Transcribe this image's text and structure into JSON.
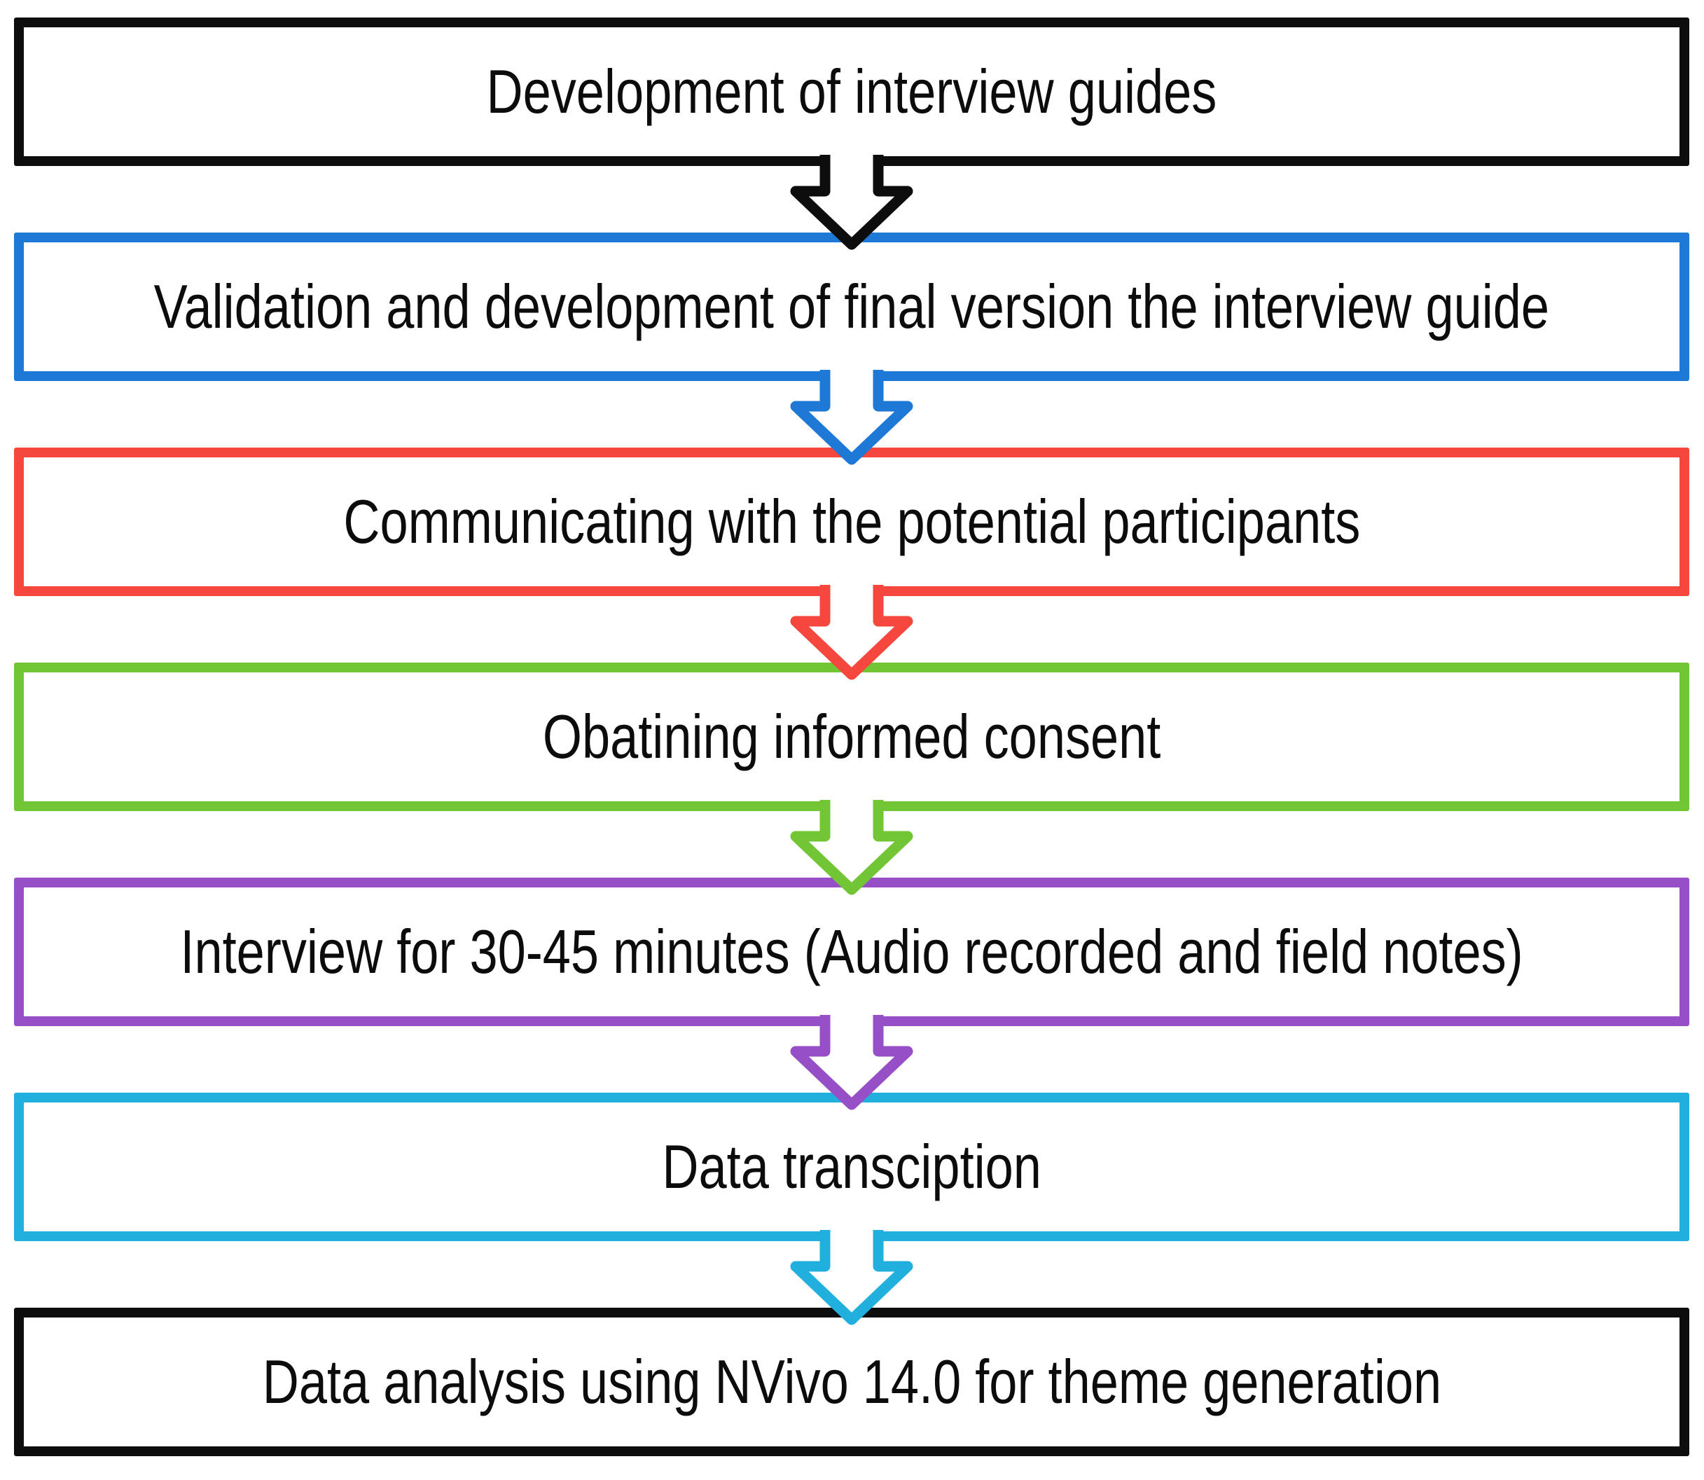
{
  "flowchart": {
    "description_name": "interview-study-procedure-flowchart",
    "background_color": "#ffffff",
    "text_color": "#0c0c0c",
    "steps": [
      {
        "label": "Development of interview guides",
        "border_color": "#0d0d0d",
        "arrow_color": "#0d0d0d"
      },
      {
        "label": "Validation and development of final version the interview guide",
        "border_color": "#1e78d6",
        "arrow_color": "#1e78d6"
      },
      {
        "label": "Communicating with the potential participants",
        "border_color": "#f5473d",
        "arrow_color": "#f5473d"
      },
      {
        "label": "Obatining informed consent",
        "border_color": "#72c636",
        "arrow_color": "#72c636"
      },
      {
        "label": "Interview for 30-45 minutes (Audio recorded and field notes)",
        "border_color": "#974fc8",
        "arrow_color": "#974fc8"
      },
      {
        "label": "Data transciption",
        "border_color": "#21afdd",
        "arrow_color": "#21afdd"
      },
      {
        "label": "Data analysis using NVivo 14.0 for theme generation",
        "border_color": "#0d0d0d",
        "arrow_color": null
      }
    ]
  }
}
